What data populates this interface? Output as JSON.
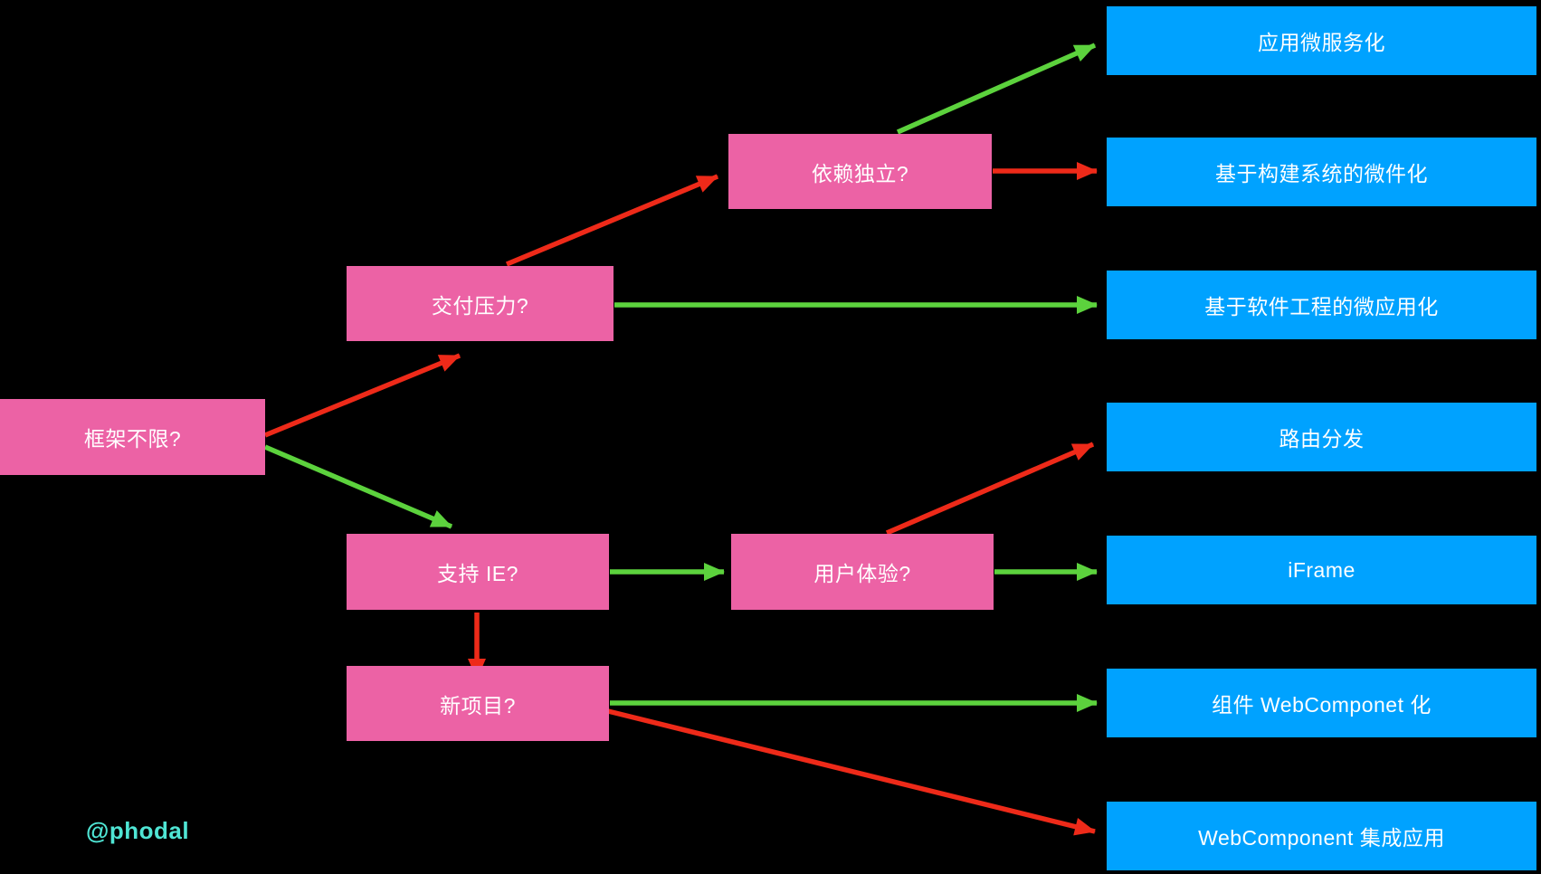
{
  "title": "micro-frontend decision flowchart",
  "credit": {
    "label": "@phodal"
  },
  "colors": {
    "background": "#000000",
    "pink": "#EC62A5",
    "blue": "#00A2FF",
    "red": "#EE2A19",
    "green": "#5CD23D",
    "cyan": "#4FE5D4",
    "text": "#FFFFFF"
  },
  "nodes": {
    "decisions": [
      {
        "label": "框架不限?"
      },
      {
        "label": "交付压力?"
      },
      {
        "label": "依赖独立?"
      },
      {
        "label": "支持 IE?"
      },
      {
        "label": "用户体验?"
      },
      {
        "label": "新项目?"
      }
    ],
    "outcomes": [
      {
        "label": "应用微服务化"
      },
      {
        "label": "基于构建系统的微件化"
      },
      {
        "label": "基于软件工程的微应用化"
      },
      {
        "label": "路由分发"
      },
      {
        "label": "iFrame"
      },
      {
        "label": "组件 WebComponet 化"
      },
      {
        "label": "WebComponent 集成应用"
      }
    ]
  },
  "edges": [
    {
      "from": "框架不限?",
      "to": "交付压力?",
      "arrow": "red"
    },
    {
      "from": "框架不限?",
      "to": "支持 IE?",
      "arrow": "green"
    },
    {
      "from": "交付压力?",
      "to": "依赖独立?",
      "arrow": "red"
    },
    {
      "from": "交付压力?",
      "to": "基于软件工程的微应用化",
      "arrow": "green"
    },
    {
      "from": "依赖独立?",
      "to": "应用微服务化",
      "arrow": "green"
    },
    {
      "from": "依赖独立?",
      "to": "基于构建系统的微件化",
      "arrow": "red"
    },
    {
      "from": "支持 IE?",
      "to": "用户体验?",
      "arrow": "green"
    },
    {
      "from": "支持 IE?",
      "to": "新项目?",
      "arrow": "red"
    },
    {
      "from": "用户体验?",
      "to": "路由分发",
      "arrow": "red"
    },
    {
      "from": "用户体验?",
      "to": "iFrame",
      "arrow": "green"
    },
    {
      "from": "新项目?",
      "to": "组件 WebComponet 化",
      "arrow": "green"
    },
    {
      "from": "新项目?",
      "to": "WebComponent 集成应用",
      "arrow": "red"
    }
  ]
}
